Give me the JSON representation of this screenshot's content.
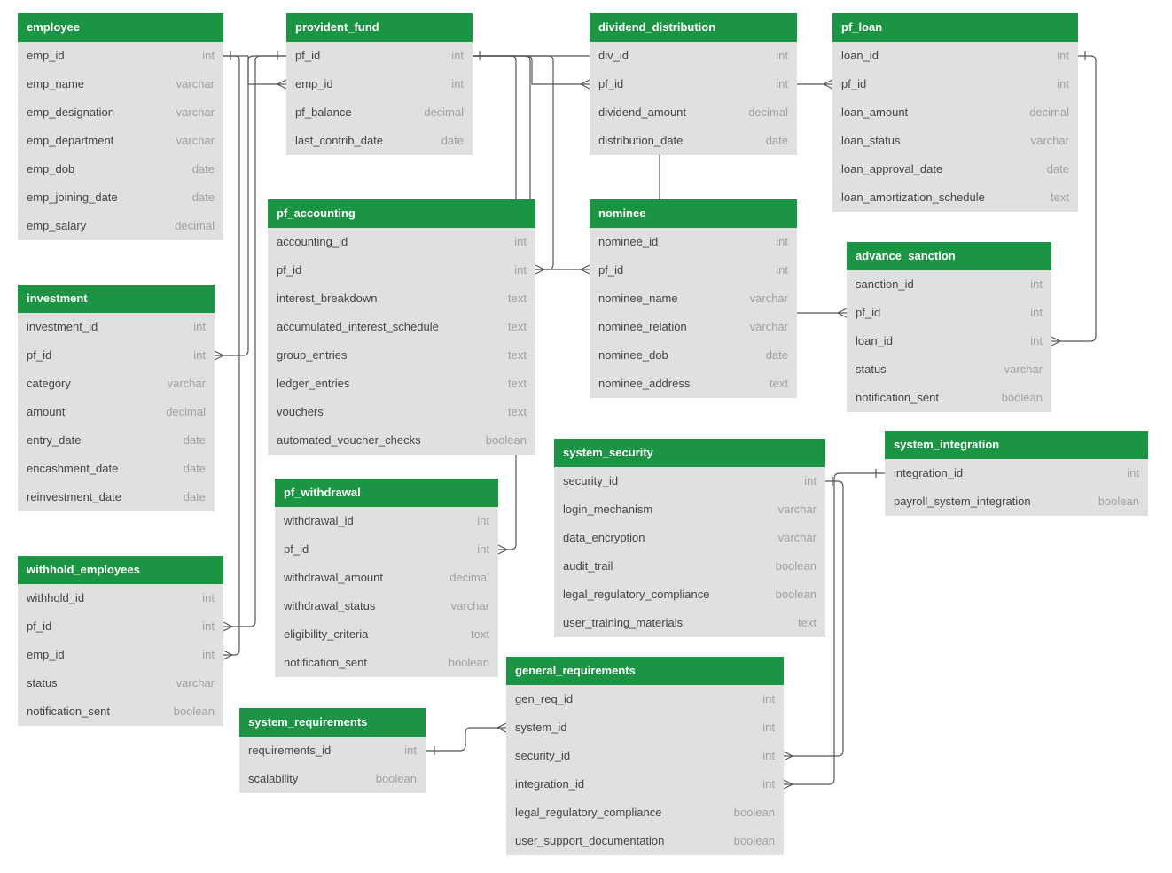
{
  "tables": [
    {
      "id": "employee",
      "name": "employee",
      "fields": [
        {
          "name": "emp_id",
          "type": "int"
        },
        {
          "name": "emp_name",
          "type": "varchar"
        },
        {
          "name": "emp_designation",
          "type": "varchar"
        },
        {
          "name": "emp_department",
          "type": "varchar"
        },
        {
          "name": "emp_dob",
          "type": "date"
        },
        {
          "name": "emp_joining_date",
          "type": "date"
        },
        {
          "name": "emp_salary",
          "type": "decimal"
        }
      ]
    },
    {
      "id": "provident_fund",
      "name": "provident_fund",
      "fields": [
        {
          "name": "pf_id",
          "type": "int"
        },
        {
          "name": "emp_id",
          "type": "int"
        },
        {
          "name": "pf_balance",
          "type": "decimal"
        },
        {
          "name": "last_contrib_date",
          "type": "date"
        }
      ]
    },
    {
      "id": "dividend_distribution",
      "name": "dividend_distribution",
      "fields": [
        {
          "name": "div_id",
          "type": "int"
        },
        {
          "name": "pf_id",
          "type": "int"
        },
        {
          "name": "dividend_amount",
          "type": "decimal"
        },
        {
          "name": "distribution_date",
          "type": "date"
        }
      ]
    },
    {
      "id": "pf_loan",
      "name": "pf_loan",
      "fields": [
        {
          "name": "loan_id",
          "type": "int"
        },
        {
          "name": "pf_id",
          "type": "int"
        },
        {
          "name": "loan_amount",
          "type": "decimal"
        },
        {
          "name": "loan_status",
          "type": "varchar"
        },
        {
          "name": "loan_approval_date",
          "type": "date"
        },
        {
          "name": "loan_amortization_schedule",
          "type": "text"
        }
      ]
    },
    {
      "id": "pf_accounting",
      "name": "pf_accounting",
      "fields": [
        {
          "name": "accounting_id",
          "type": "int"
        },
        {
          "name": "pf_id",
          "type": "int"
        },
        {
          "name": "interest_breakdown",
          "type": "text"
        },
        {
          "name": "accumulated_interest_schedule",
          "type": "text"
        },
        {
          "name": "group_entries",
          "type": "text"
        },
        {
          "name": "ledger_entries",
          "type": "text"
        },
        {
          "name": "vouchers",
          "type": "text"
        },
        {
          "name": "automated_voucher_checks",
          "type": "boolean"
        }
      ]
    },
    {
      "id": "nominee",
      "name": "nominee",
      "fields": [
        {
          "name": "nominee_id",
          "type": "int"
        },
        {
          "name": "pf_id",
          "type": "int"
        },
        {
          "name": "nominee_name",
          "type": "varchar"
        },
        {
          "name": "nominee_relation",
          "type": "varchar"
        },
        {
          "name": "nominee_dob",
          "type": "date"
        },
        {
          "name": "nominee_address",
          "type": "text"
        }
      ]
    },
    {
      "id": "advance_sanction",
      "name": "advance_sanction",
      "fields": [
        {
          "name": "sanction_id",
          "type": "int"
        },
        {
          "name": "pf_id",
          "type": "int"
        },
        {
          "name": "loan_id",
          "type": "int"
        },
        {
          "name": "status",
          "type": "varchar"
        },
        {
          "name": "notification_sent",
          "type": "boolean"
        }
      ]
    },
    {
      "id": "investment",
      "name": "investment",
      "fields": [
        {
          "name": "investment_id",
          "type": "int"
        },
        {
          "name": "pf_id",
          "type": "int"
        },
        {
          "name": "category",
          "type": "varchar"
        },
        {
          "name": "amount",
          "type": "decimal"
        },
        {
          "name": "entry_date",
          "type": "date"
        },
        {
          "name": "encashment_date",
          "type": "date"
        },
        {
          "name": "reinvestment_date",
          "type": "date"
        }
      ]
    },
    {
      "id": "withhold_employees",
      "name": "withhold_employees",
      "fields": [
        {
          "name": "withhold_id",
          "type": "int"
        },
        {
          "name": "pf_id",
          "type": "int"
        },
        {
          "name": "emp_id",
          "type": "int"
        },
        {
          "name": "status",
          "type": "varchar"
        },
        {
          "name": "notification_sent",
          "type": "boolean"
        }
      ]
    },
    {
      "id": "pf_withdrawal",
      "name": "pf_withdrawal",
      "fields": [
        {
          "name": "withdrawal_id",
          "type": "int"
        },
        {
          "name": "pf_id",
          "type": "int"
        },
        {
          "name": "withdrawal_amount",
          "type": "decimal"
        },
        {
          "name": "withdrawal_status",
          "type": "varchar"
        },
        {
          "name": "eligibility_criteria",
          "type": "text"
        },
        {
          "name": "notification_sent",
          "type": "boolean"
        }
      ]
    },
    {
      "id": "system_security",
      "name": "system_security",
      "fields": [
        {
          "name": "security_id",
          "type": "int"
        },
        {
          "name": "login_mechanism",
          "type": "varchar"
        },
        {
          "name": "data_encryption",
          "type": "varchar"
        },
        {
          "name": "audit_trail",
          "type": "boolean"
        },
        {
          "name": "legal_regulatory_compliance",
          "type": "boolean"
        },
        {
          "name": "user_training_materials",
          "type": "text"
        }
      ]
    },
    {
      "id": "system_integration",
      "name": "system_integration",
      "fields": [
        {
          "name": "integration_id",
          "type": "int"
        },
        {
          "name": "payroll_system_integration",
          "type": "boolean"
        }
      ]
    },
    {
      "id": "general_requirements",
      "name": "general_requirements",
      "fields": [
        {
          "name": "gen_req_id",
          "type": "int"
        },
        {
          "name": "system_id",
          "type": "int"
        },
        {
          "name": "security_id",
          "type": "int"
        },
        {
          "name": "integration_id",
          "type": "int"
        },
        {
          "name": "legal_regulatory_compliance",
          "type": "boolean"
        },
        {
          "name": "user_support_documentation",
          "type": "boolean"
        }
      ]
    },
    {
      "id": "system_requirements",
      "name": "system_requirements",
      "fields": [
        {
          "name": "requirements_id",
          "type": "int"
        },
        {
          "name": "scalability",
          "type": "boolean"
        }
      ]
    }
  ],
  "relationships": [
    {
      "from": "provident_fund.emp_id",
      "to": "employee.emp_id",
      "cardinality": "many-to-one"
    },
    {
      "from": "withhold_employees.emp_id",
      "to": "employee.emp_id",
      "cardinality": "many-to-one"
    },
    {
      "from": "investment.pf_id",
      "to": "provident_fund.pf_id",
      "cardinality": "many-to-one"
    },
    {
      "from": "withhold_employees.pf_id",
      "to": "provident_fund.pf_id",
      "cardinality": "many-to-one"
    },
    {
      "from": "dividend_distribution.pf_id",
      "to": "provident_fund.pf_id",
      "cardinality": "many-to-one"
    },
    {
      "from": "pf_accounting.pf_id",
      "to": "provident_fund.pf_id",
      "cardinality": "many-to-one"
    },
    {
      "from": "nominee.pf_id",
      "to": "provident_fund.pf_id",
      "cardinality": "many-to-one"
    },
    {
      "from": "pf_withdrawal.pf_id",
      "to": "provident_fund.pf_id",
      "cardinality": "many-to-one"
    },
    {
      "from": "pf_loan.pf_id",
      "to": "provident_fund.pf_id",
      "cardinality": "many-to-one"
    },
    {
      "from": "advance_sanction.pf_id",
      "to": "provident_fund.pf_id",
      "cardinality": "many-to-one"
    },
    {
      "from": "advance_sanction.loan_id",
      "to": "pf_loan.loan_id",
      "cardinality": "many-to-one"
    },
    {
      "from": "general_requirements.system_id",
      "to": "system_requirements.requirements_id",
      "cardinality": "many-to-one"
    },
    {
      "from": "general_requirements.security_id",
      "to": "system_security.security_id",
      "cardinality": "many-to-one"
    },
    {
      "from": "general_requirements.integration_id",
      "to": "system_integration.integration_id",
      "cardinality": "many-to-one"
    }
  ]
}
